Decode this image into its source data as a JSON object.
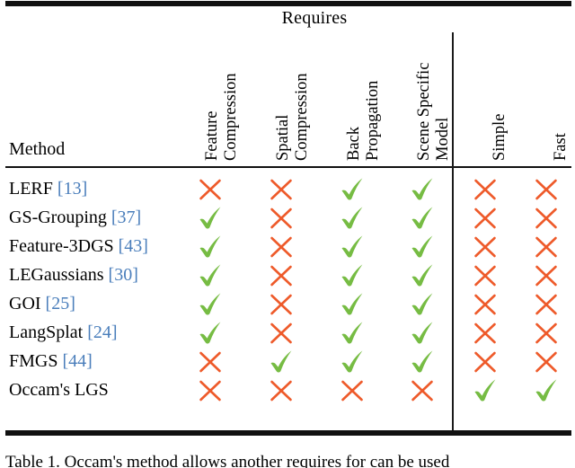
{
  "table": {
    "group_header": "Requires",
    "method_column_header": "Method",
    "columns": [
      {
        "id": "feature-compression",
        "lines": [
          "Feature",
          "Compression"
        ],
        "group": "requires"
      },
      {
        "id": "spatial-compression",
        "lines": [
          "Spatial",
          "Compression"
        ],
        "group": "requires"
      },
      {
        "id": "back-propagation",
        "lines": [
          "Back",
          "Propagation"
        ],
        "group": "requires"
      },
      {
        "id": "scene-specific-model",
        "lines": [
          "Scene Specific",
          "Model"
        ],
        "group": "requires"
      },
      {
        "id": "simple",
        "lines": [
          "Simple"
        ],
        "group": "properties"
      },
      {
        "id": "fast",
        "lines": [
          "Fast"
        ],
        "group": "properties"
      }
    ],
    "rows": [
      {
        "name": "LERF",
        "citation": "[13]",
        "marks": [
          "cross",
          "cross",
          "check",
          "check",
          "cross",
          "cross"
        ]
      },
      {
        "name": "GS-Grouping",
        "citation": "[37]",
        "marks": [
          "check",
          "cross",
          "check",
          "check",
          "cross",
          "cross"
        ]
      },
      {
        "name": "Feature-3DGS",
        "citation": "[43]",
        "marks": [
          "check",
          "cross",
          "check",
          "check",
          "cross",
          "cross"
        ]
      },
      {
        "name": "LEGaussians",
        "citation": "[30]",
        "marks": [
          "check",
          "cross",
          "check",
          "check",
          "cross",
          "cross"
        ]
      },
      {
        "name": "GOI",
        "citation": "[25]",
        "marks": [
          "check",
          "cross",
          "check",
          "check",
          "cross",
          "cross"
        ]
      },
      {
        "name": "LangSplat",
        "citation": "[24]",
        "marks": [
          "check",
          "cross",
          "check",
          "check",
          "cross",
          "cross"
        ]
      },
      {
        "name": "FMGS",
        "citation": "[44]",
        "marks": [
          "cross",
          "check",
          "check",
          "check",
          "cross",
          "cross"
        ]
      },
      {
        "name": "Occam's LGS",
        "citation": "",
        "marks": [
          "cross",
          "cross",
          "cross",
          "cross",
          "check",
          "check"
        ]
      }
    ]
  },
  "caption": "Table 1. Occam's method allows another requires for can be used",
  "colors": {
    "check": "#76bc43",
    "cross": "#ee5a2a",
    "citation": "#4a7ebb",
    "rule": "#111111",
    "text": "#000000"
  },
  "icons": {
    "check": "check-mark-icon",
    "cross": "cross-mark-icon"
  }
}
